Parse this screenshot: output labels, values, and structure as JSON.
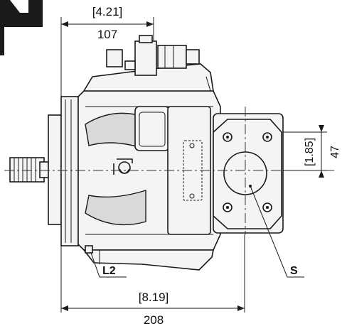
{
  "dimensions": {
    "top_width_in": "[4.21]",
    "top_width_mm": "107",
    "bottom_width_in": "[8.19]",
    "bottom_width_mm": "208",
    "right_offset_in": "[1.85]",
    "right_offset_mm": "47"
  },
  "callouts": {
    "port_s": "S",
    "port_l2": "L2"
  },
  "colors": {
    "line": "#1a1a1a",
    "fill": "#f4f4f4",
    "corner_mark": "#1a1a1a"
  }
}
